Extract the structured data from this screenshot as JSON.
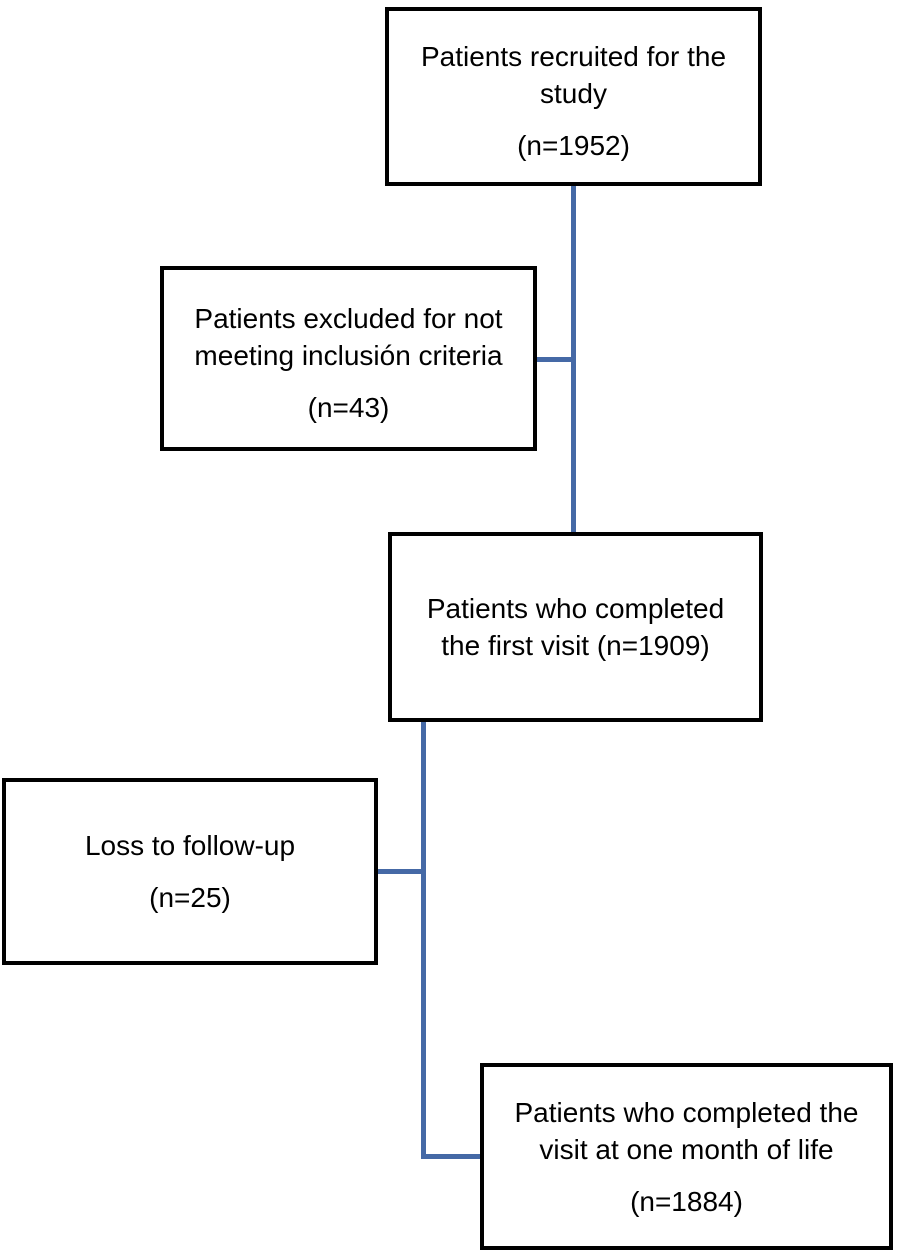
{
  "diagram": {
    "type": "patient-flow-diagram",
    "boxes": [
      {
        "id": "recruited",
        "lines": [
          "Patients recruited for the",
          "study"
        ],
        "n": "(n=1952)"
      },
      {
        "id": "excluded",
        "lines": [
          "Patients excluded for not",
          "meeting inclusión criteria"
        ],
        "n": "(n=43)"
      },
      {
        "id": "first-visit",
        "lines": [
          "Patients who completed",
          "the first visit (n=1909)"
        ],
        "n": ""
      },
      {
        "id": "loss-to-follow-up",
        "lines": [
          "Loss to follow-up"
        ],
        "n": "(n=25)"
      },
      {
        "id": "one-month-visit",
        "lines": [
          "Patients who completed the",
          "visit at one month of life"
        ],
        "n": "(n=1884)"
      }
    ],
    "connectors": [
      {
        "from": "recruited",
        "to": "first-visit",
        "shape": "vertical"
      },
      {
        "from": "excluded",
        "to": "recruited-first-visit-line",
        "shape": "horizontal-branch"
      },
      {
        "from": "first-visit",
        "to": "one-month-visit",
        "shape": "vertical-elbow"
      },
      {
        "from": "loss-to-follow-up",
        "to": "first-visit-one-month-line",
        "shape": "horizontal-branch"
      }
    ],
    "colors": {
      "box_border": "#000000",
      "connector": "#4569A6",
      "background": "#ffffff",
      "text": "#000000"
    }
  }
}
